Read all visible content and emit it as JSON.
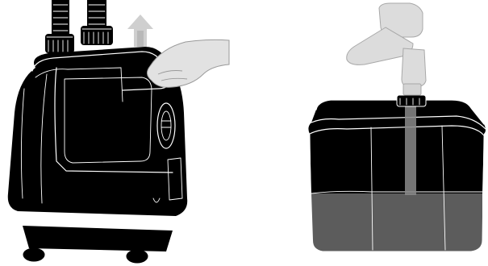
{
  "illustration": {
    "left_scene": {
      "action": "lift-lid-off-steamer",
      "arrow_direction": "up"
    },
    "right_scene": {
      "action": "fill-water-tank-from-tap"
    },
    "colors": {
      "device_body": "#000000",
      "outline": "#ffffff",
      "water": "#5c5c5c",
      "hand_and_faucet": "#d8d8d8",
      "arrow": "#c9c9c9",
      "background": "#ffffff"
    }
  }
}
